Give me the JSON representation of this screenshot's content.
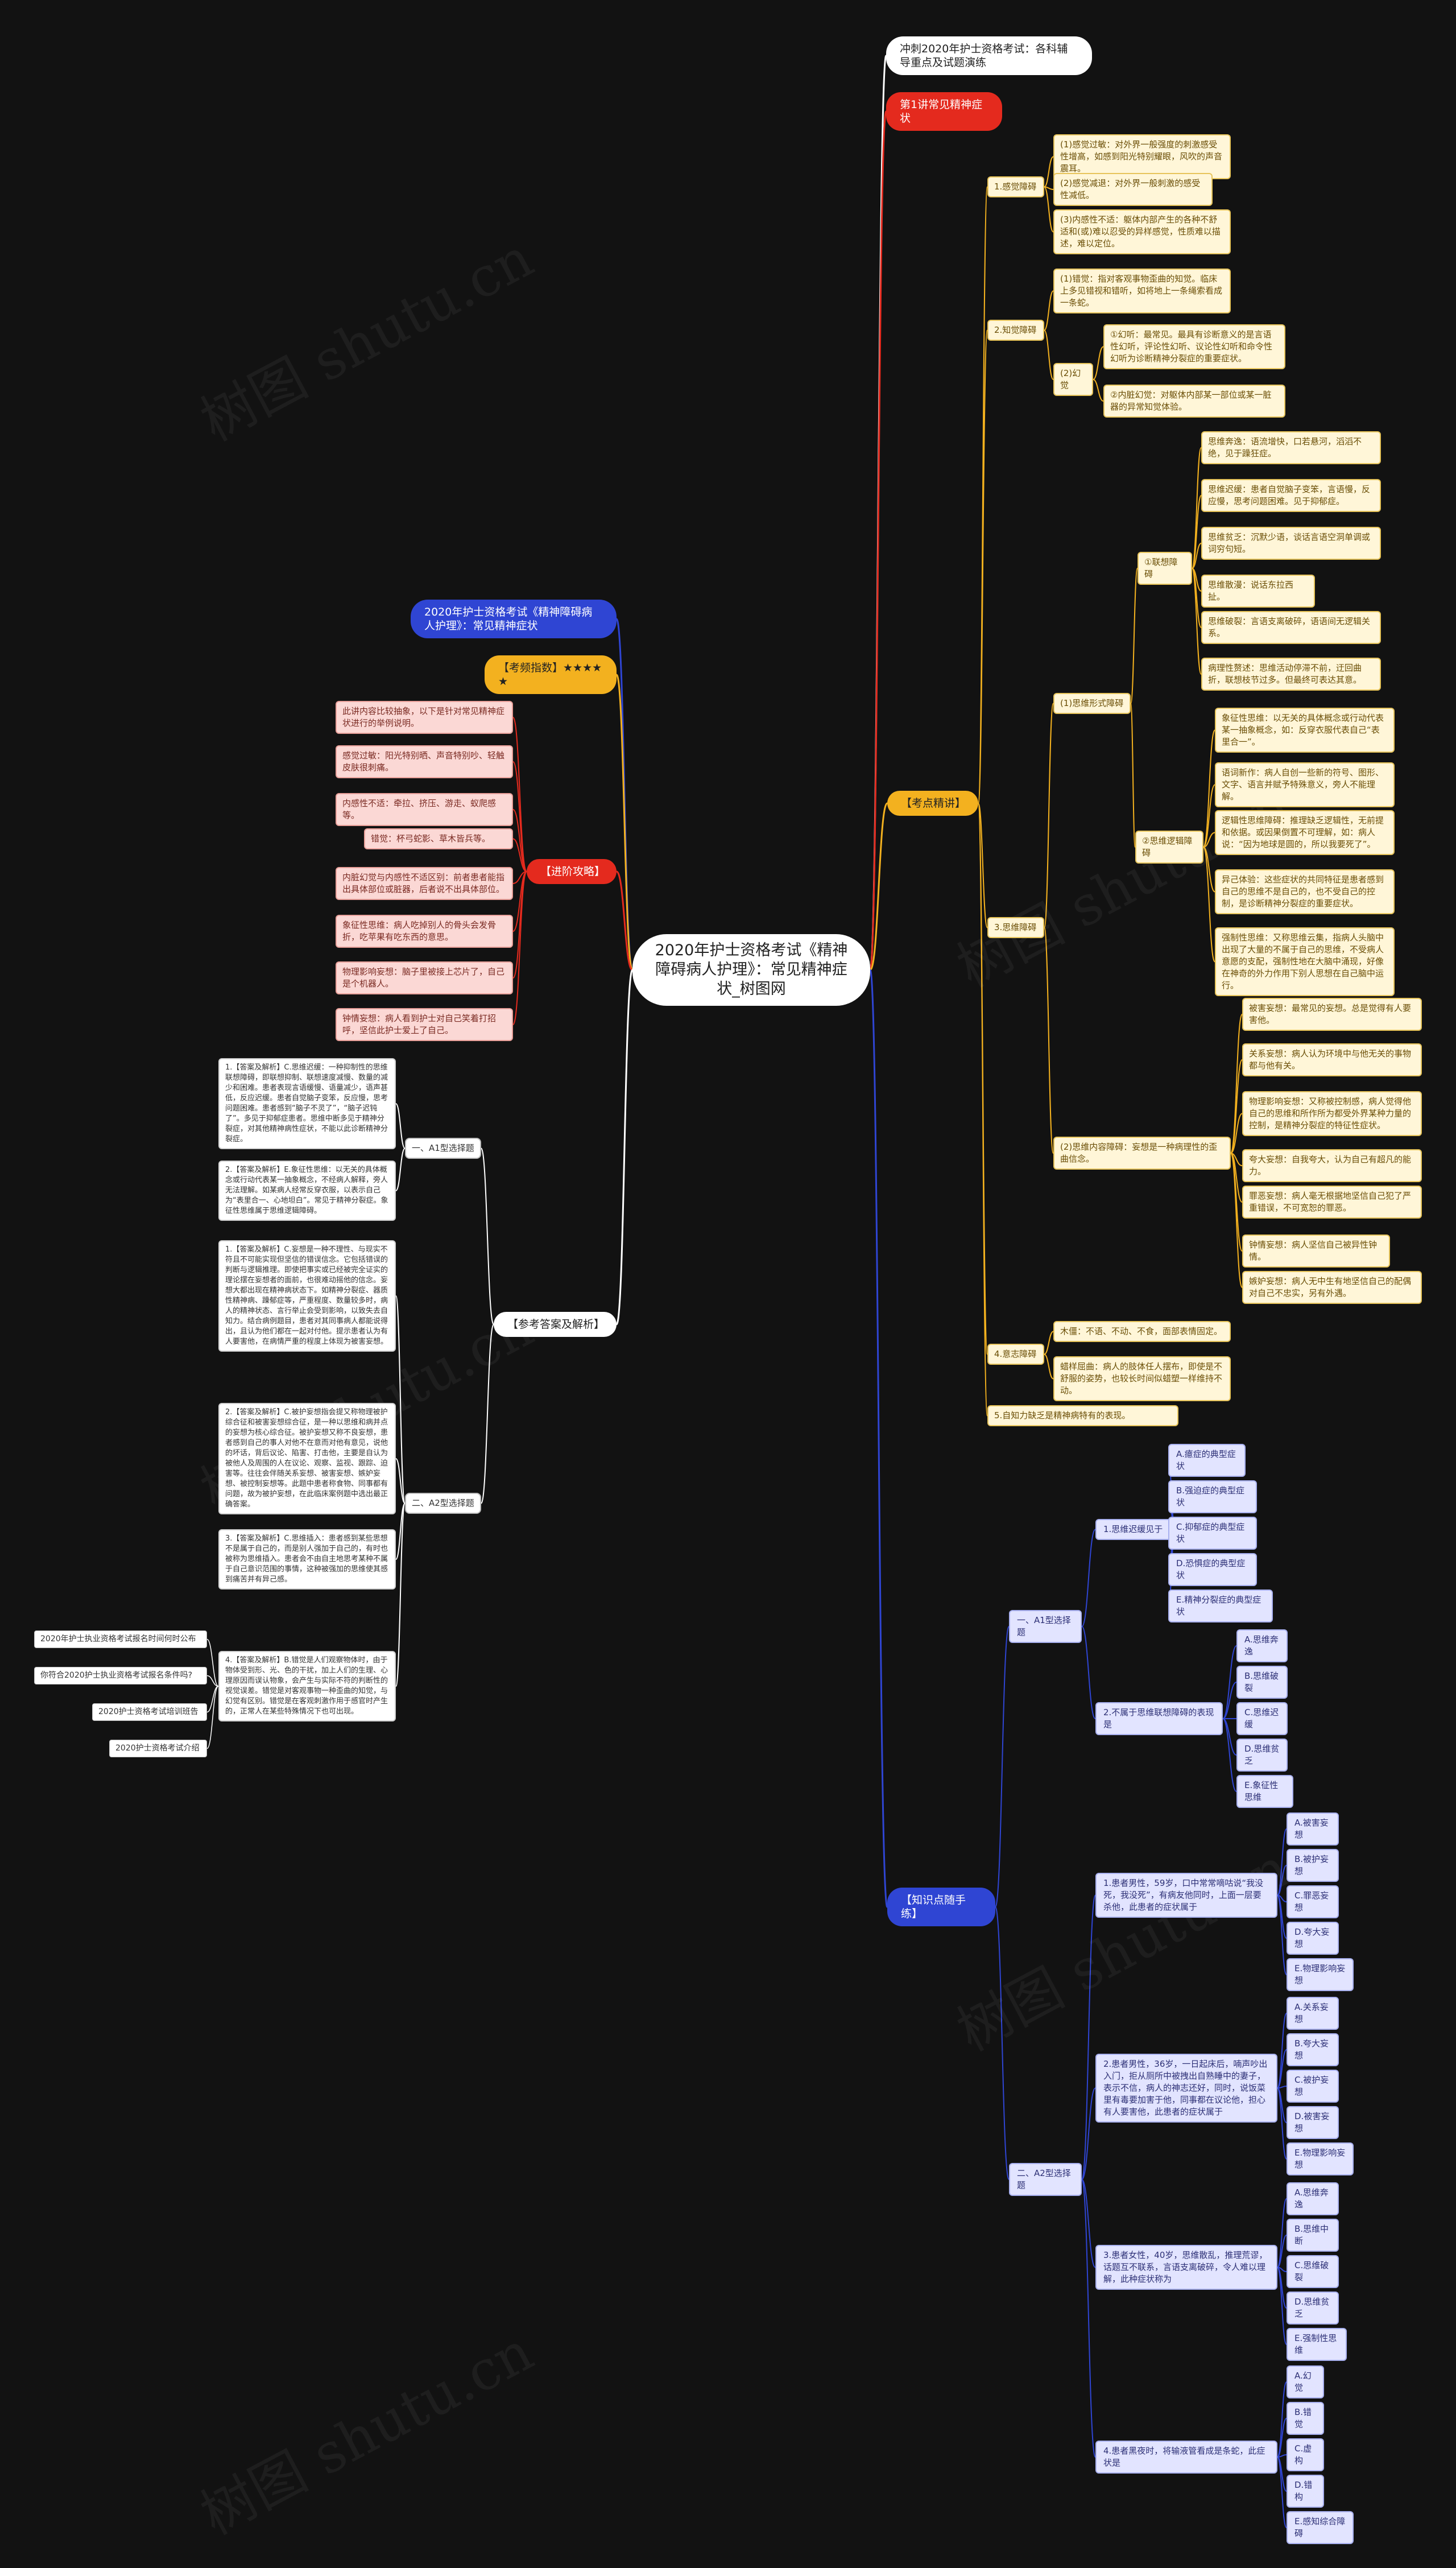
{
  "colors": {
    "background": "#121212",
    "red": "#e42a1e",
    "blue": "#2f45d3",
    "yellow": "#f3b11f",
    "white": "#ffffff"
  },
  "watermark": "树图 shutu.cn",
  "root": "2020年护士资格考试《精神障碍病人护理》：常见精神症状_树图网",
  "top": {
    "title_box": "冲刺2020年护士资格考试：各科辅导重点及试题演练",
    "lecture": "第1讲常见精神症状"
  },
  "left": {
    "course": "2020年护士资格考试《精神障碍病人护理》：常见精神症状",
    "index": "【考频指数】★★★★★",
    "advanced": {
      "label": "【进阶攻略】",
      "items": [
        "此讲内容比较抽象，以下是针对常见精神症状进行的举例说明。",
        "感觉过敏：阳光特别晒、声音特别吵、轻触皮肤很刺痛。",
        "内感性不适：牵拉、挤压、游走、蚁爬感等。",
        "错觉：杯弓蛇影、草木皆兵等。",
        "内脏幻觉与内感性不适区别：前者患者能指出具体部位或脏器，后者说不出具体部位。",
        "象征性思维：病人吃掉别人的骨头会发骨折，吃苹果有吃东西的意思。",
        "物理影响妄想：脑子里被接上芯片了，自己是个机器人。",
        "钟情妄想：病人看到护士对自己笑着打招呼，坚信此护士爱上了自己。"
      ]
    },
    "answers": {
      "label": "【参考答案及解析】",
      "a1": {
        "label": "一、A1型选择题",
        "items": [
          "1.【答案及解析】C.思维迟缓：一种抑制性的思维联想障碍，即联想抑制、联想速度减慢、数量的减少和困难。患者表现言语缓慢、语量减少，语声甚低，反应迟缓。患者自觉脑子变笨，反应慢，思考问题困难。患者感到“脑子不灵了”，“脑子迟钝了”。多见于抑郁症患者。思维中断多见于精神分裂症，对其他精神病性症状，不能以此诊断精神分裂症。",
          "2.【答案及解析】E.象征性思维：以无关的具体概念或行动代表某一抽象概念，不经病人解释，旁人无法理解。如某病人经常反穿衣服，以表示自己为“表里合一、心地坦白”。常见于精神分裂症。象征性思维属于思维逻辑障碍。"
        ]
      },
      "a2": {
        "label": "二、A2型选择题",
        "items": [
          "1.【答案及解析】C.妄想是一种不理性、与现实不符且不可能实现但坚信的错误信念。它包括错误的判断与逻辑推理。即使把事实或已经被完全证实的理论摆在妄想者的面前，也很难动摇他的信念。妄想大都出现在精神病状态下。如精神分裂症、器质性精神病、躁郁症等，严重程度、数量较多时，病人的精神状态、言行举止会受到影响，以致失去自知力。结合病例题目，患者对其同事病人都能说得出，且认为他们都在一起对付他。提示患者认为有人要害他，在病情严重的程度上体现为被害妄想。",
          "2.【答案及解析】C.被护妄想指会提又称物理被护综合征和被害妄想综合征，是一种以思维和病并点的妄想为核心综合征。被护妄想又称不良妄想，患者感到自己的事人对他不在意而对他有意见，说他的坏话，背后议论、陷害、打击他，主要是自认为被他人及周围的人在议论、观察、监视、跟踪、迫害等。往往会伴随关系妄想、被害妄想、嫉妒妄想、被控制妄想等。此题中患者称食物、同事都有问题，故为被护妄想，在此临床案例题中选出最正确答案。",
          "3.【答案及解析】C.思维插入：患者感到某些思想不是属于自己的，而是别人强加于自己的，有时也被称为思维插入。患者会不由自主地思考某种不属于自己意识范围的事情，这种被强加的思维使其感到痛苦并有异己感。",
          "4.【答案及解析】B.错觉是人们观察物体时，由于物体受到形、光、色的干扰，加上人们的生理、心理原因而误认物象，会产生与实际不符的判断性的视觉误差。错觉是对客观事物一种歪曲的知觉，与幻觉有区别。错觉是在客观刺激作用于感官时产生的，正常人在某些特殊情况下也可出现。"
        ]
      }
    },
    "links": [
      "2020年护士执业资格考试报名时间何时公布",
      "你符合2020护士执业资格考试报名条件吗?",
      "2020护士资格考试培训班告",
      "2020护士资格考试介绍"
    ]
  },
  "right": {
    "key": {
      "label": "【考点精讲】",
      "perception": {
        "label": "1.感觉障碍",
        "items": [
          "(1)感觉过敏：对外界一般强度的刺激感受性增高，如感到阳光特别耀眼，风吹的声音震耳。",
          "(2)感觉减退：对外界一般刺激的感受性减低。",
          "(3)内感性不适：躯体内部产生的各种不舒适和(或)难以忍受的异样感觉，性质难以描述，难以定位。"
        ]
      },
      "perceptual": {
        "label": "2.知觉障碍",
        "illusion": "(1)错觉：指对客观事物歪曲的知觉。临床上多见错视和错听，如将地上一条绳索看成一条蛇。",
        "hallu_label": "(2)幻觉",
        "hallu_items": [
          "①幻听：最常见。最具有诊断意义的是言语性幻听，评论性幻听、议论性幻听和命令性幻听为诊断精神分裂症的重要症状。",
          "②内脏幻觉：对躯体内部某一部位或某一脏器的异常知觉体验。"
        ]
      },
      "thinking": {
        "label": "3.思维障碍",
        "form": {
          "label": "(1)思维形式障碍",
          "assoc": {
            "label": "①联想障碍",
            "items": [
              "思维奔逸：语流增快，口若悬河，滔滔不绝，见于躁狂症。",
              "思维迟缓：患者自觉脑子变笨，言语慢，反应慢，思考问题困难。见于抑郁症。",
              "思维贫乏：沉默少语，谈话言语空洞单调或词穷句短。",
              "思维散漫：说话东拉西扯。",
              "思维破裂：言语支离破碎，语语间无逻辑关系。",
              "病理性赘述：思维活动停滞不前，迂回曲折，联想枝节过多。但最终可表达其意。"
            ]
          },
          "logic": {
            "label": "②思维逻辑障碍",
            "items": [
              "象征性思维：以无关的具体概念或行动代表某一抽象概念，如：反穿衣服代表自己“表里合一”。",
              "语词新作：病人自创一些新的符号、图形、文字、语言并赋予特殊意义，旁人不能理解。",
              "逻辑性思维障碍：推理缺乏逻辑性，无前提和依据。或因果倒置不可理解，如：病人说：“因为地球是圆的，所以我要死了”。",
              "异己体验：这些症状的共同特征是患者感到自己的思维不是自己的，也不受自己的控制，是诊断精神分裂症的重要症状。",
              "强制性思维：又称思维云集，指病人头脑中出现了大量的不属于自己的思维，不受病人意愿的支配，强制性地在大脑中涌现，好像在神奇的外力作用下别人思想在自己脑中运行。"
            ]
          }
        },
        "delusion": {
          "label": "(2)思维内容障碍：妄想是一种病理性的歪曲信念。",
          "items": [
            "被害妄想：最常见的妄想。总是觉得有人要害他。",
            "关系妄想：病人认为环境中与他无关的事物都与他有关。",
            "物理影响妄想：又称被控制感，病人觉得他自己的思维和所作所为都受外界某种力量的控制，是精神分裂症的特征性症状。",
            "夸大妄想：自我夸大，认为自己有超凡的能力。",
            "罪恶妄想：病人毫无根据地坚信自己犯了严重错误，不可宽恕的罪恶。",
            "钟情妄想：病人坚信自己被异性钟情。",
            "嫉妒妄想：病人无中生有地坚信自己的配偶对自己不忠实，另有外遇。"
          ]
        }
      },
      "attention": {
        "label": "4.意志障碍",
        "items": [
          "木僵：不语、不动、不食，面部表情固定。",
          "蜡样屈曲：病人的肢体任人摆布，即使是不舒服的姿势，也较长时间似蜡塑一样维持不动。"
        ]
      },
      "insight": "5.自知力缺乏是精神病特有的表现。"
    },
    "practice": {
      "label": "【知识点随手练】",
      "a1": {
        "label": "一、A1型选择题",
        "q1": {
          "stem": "1.思维迟缓见于",
          "options": [
            "A.癔症的典型症状",
            "B.强迫症的典型症状",
            "C.抑郁症的典型症状",
            "D.恐惧症的典型症状",
            "E.精神分裂症的典型症状"
          ]
        },
        "q2": {
          "stem": "2.不属于思维联想障碍的表现是",
          "options": [
            "A.思维奔逸",
            "B.思维破裂",
            "C.思维迟缓",
            "D.思维贫乏",
            "E.象征性思维"
          ]
        }
      },
      "a2": {
        "label": "二、A2型选择题",
        "q1": {
          "stem": "1.患者男性，59岁，口中常常嘀咕说“我没死，我没死”，有病友他同时，上面一层要杀他，此患者的症状属于",
          "options": [
            "A.被害妄想",
            "B.被护妄想",
            "C.罪恶妄想",
            "D.夸大妄想",
            "E.物理影响妄想"
          ]
        },
        "q2": {
          "stem": "2.患者男性，36岁，一日起床后，喃声吵出入门，拒从厕所中被拽出自熟睡中的妻子，表示不信，病人的神志还好，同时，说饭菜里有毒要加害于他，同事都在议论他，担心有人要害他，此患者的症状属于",
          "options": [
            "A.关系妄想",
            "B.夸大妄想",
            "C.被护妄想",
            "D.被害妄想",
            "E.物理影响妄想"
          ]
        },
        "q3": {
          "stem": "3.患者女性，40岁，思维散乱，推理荒谬，话题互不联系，言语支离破碎，令人难以理解，此种症状称为",
          "options": [
            "A.思维奔逸",
            "B.思维中断",
            "C.思维破裂",
            "D.思维贫乏",
            "E.强制性思维"
          ]
        },
        "q4": {
          "stem": "4.患者黑夜时，将输液管看成是条蛇，此症状是",
          "options": [
            "A.幻觉",
            "B.错觉",
            "C.虚构",
            "D.错构",
            "E.感知综合障碍"
          ]
        }
      }
    }
  }
}
